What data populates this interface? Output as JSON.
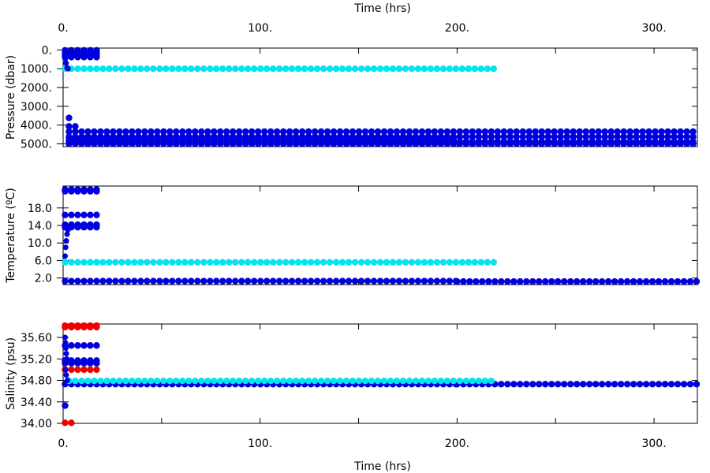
{
  "chart_data": [
    {
      "type": "scatter",
      "panel": "pressure",
      "ylabel": "Pressure (dbar)",
      "xlim": [
        0,
        322
      ],
      "ylim": [
        5150,
        -100
      ],
      "y_inverted": true,
      "yticks": [
        0,
        1000,
        2000,
        3000,
        4000,
        5000
      ],
      "ytick_labels": [
        "0.",
        "1000.",
        "2000.",
        "3000.",
        "4000.",
        "5000."
      ],
      "series": [
        {
          "color": "#0000dd",
          "bands": [
            {
              "x_start": 1,
              "x_end": 17,
              "y": 20
            },
            {
              "x_start": 1,
              "x_end": 17,
              "y": 140
            },
            {
              "x_start": 1,
              "x_end": 17,
              "y": 260
            },
            {
              "x_start": 1,
              "x_end": 17,
              "y": 380
            },
            {
              "x_start": 3,
              "x_end": 5,
              "y": 3620
            },
            {
              "x_start": 3,
              "x_end": 7,
              "y": 4070
            },
            {
              "x_start": 3,
              "x_end": 322,
              "y": 4350
            },
            {
              "x_start": 3,
              "x_end": 322,
              "y": 4620
            },
            {
              "x_start": 3,
              "x_end": 200,
              "y": 4740
            },
            {
              "x_start": 3,
              "x_end": 322,
              "y": 4880
            },
            {
              "x_start": 3,
              "x_end": 322,
              "y": 5000
            }
          ]
        },
        {
          "color": "#00e5ee",
          "bands": [
            {
              "x_start": 1,
              "x_end": 220,
              "y": 1000
            }
          ]
        }
      ],
      "sloped": [
        {
          "color": "#0000dd",
          "points": [
            [
              1.2,
              450
            ],
            [
              1.5,
              700
            ],
            [
              2,
              950
            ],
            [
              2.5,
              1000
            ]
          ]
        }
      ]
    },
    {
      "type": "scatter",
      "panel": "temperature",
      "ylabel": "Temperature (ºC)",
      "xlim": [
        0,
        322
      ],
      "ylim": [
        0.5,
        23
      ],
      "yticks": [
        2,
        6,
        10,
        14,
        18
      ],
      "ytick_labels": [
        "2.0",
        "6.0",
        "10.0",
        "14.0",
        "18.0"
      ],
      "series": [
        {
          "color": "#0000dd",
          "bands": [
            {
              "x_start": 1,
              "x_end": 17,
              "y": 22.2
            },
            {
              "x_start": 1,
              "x_end": 17,
              "y": 21.8
            },
            {
              "x_start": 1,
              "x_end": 17,
              "y": 16.4
            },
            {
              "x_start": 1,
              "x_end": 17,
              "y": 14.2
            },
            {
              "x_start": 1,
              "x_end": 17,
              "y": 13.6
            },
            {
              "x_start": 1,
              "x_end": 200,
              "y": 1.3
            },
            {
              "x_start": 200,
              "x_end": 322,
              "y": 1.2
            }
          ]
        },
        {
          "color": "#00e5ee",
          "bands": [
            {
              "x_start": 1,
              "x_end": 220,
              "y": 5.6
            }
          ]
        }
      ],
      "sloped": [
        {
          "color": "#0000dd",
          "points": [
            [
              1,
              7
            ],
            [
              1.3,
              9
            ],
            [
              1.6,
              10.5
            ],
            [
              2,
              12
            ],
            [
              2.4,
              13
            ]
          ]
        }
      ]
    },
    {
      "type": "scatter",
      "panel": "salinity",
      "ylabel": "Salinity (psu)",
      "xlabel": "Time (hrs)",
      "xlim": [
        0,
        322
      ],
      "ylim": [
        34.0,
        35.85
      ],
      "yticks": [
        34.0,
        34.4,
        34.8,
        35.2,
        35.6
      ],
      "ytick_labels": [
        "34.00",
        "34.40",
        "34.80",
        "35.20",
        "35.60"
      ],
      "series": [
        {
          "color": "#0000dd",
          "bands": [
            {
              "x_start": 1,
              "x_end": 17,
              "y": 35.45
            },
            {
              "x_start": 1,
              "x_end": 17,
              "y": 35.17
            },
            {
              "x_start": 1,
              "x_end": 17,
              "y": 35.12
            },
            {
              "x_start": 1,
              "x_end": 200,
              "y": 34.73
            },
            {
              "x_start": 200,
              "x_end": 322,
              "y": 34.73
            },
            {
              "x_start": 1,
              "x_end": 3,
              "y": 34.33
            }
          ]
        },
        {
          "color": "#00e5ee",
          "bands": [
            {
              "x_start": 3,
              "x_end": 220,
              "y": 34.79
            }
          ]
        },
        {
          "color": "#ee0000",
          "bands": [
            {
              "x_start": 1,
              "x_end": 17,
              "y": 35.82
            },
            {
              "x_start": 1,
              "x_end": 17,
              "y": 35.79
            },
            {
              "x_start": 1,
              "x_end": 17,
              "y": 35.0
            },
            {
              "x_start": 1,
              "x_end": 5,
              "y": 34.01
            }
          ]
        }
      ],
      "sloped": [
        {
          "color": "#0000dd",
          "points": [
            [
              1,
              35.6
            ],
            [
              1.2,
              35.5
            ],
            [
              1.4,
              35.4
            ],
            [
              1.6,
              35.3
            ],
            [
              1.8,
              35.2
            ]
          ]
        },
        {
          "color": "#0000dd",
          "points": [
            [
              1.2,
              35.0
            ],
            [
              1.6,
              34.9
            ],
            [
              2.2,
              34.8
            ]
          ]
        }
      ]
    }
  ],
  "x_axis": {
    "title": "Time (hrs)",
    "ticks": [
      0,
      100,
      200,
      300
    ],
    "tick_labels": [
      "0.",
      "100.",
      "200.",
      "300."
    ],
    "minor_ticks": [
      50,
      150,
      250
    ]
  },
  "colors": {
    "blue": "#0000dd",
    "cyan": "#00e5ee",
    "red": "#ee0000"
  }
}
